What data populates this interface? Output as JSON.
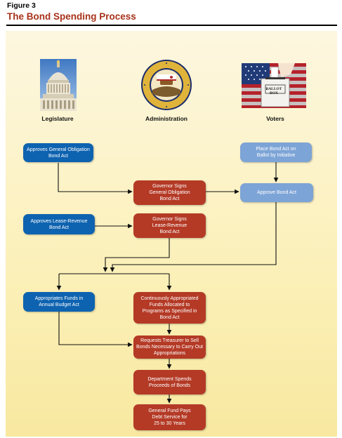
{
  "header": {
    "figure_label": "Figure 3",
    "title": "The Bond Spending Process"
  },
  "columns": {
    "legislature": "Legislature",
    "administration": "Administration",
    "voters": "Voters"
  },
  "icons": {
    "legislature": "capitol-dome-icon",
    "administration": "california-state-seal-icon",
    "voters": "ballot-box-icon"
  },
  "ballot_box_text": "BALLOT BOX",
  "boxes": {
    "approves_go": [
      "Approves General Obligation",
      "Bond Act"
    ],
    "place_bond_act": [
      "Place Bond Act on",
      "Ballot by Initiative"
    ],
    "governor_go": [
      "Governor Signs",
      "General Obligation",
      "Bond Act"
    ],
    "approve_bond_act": [
      "Approve Bond Act"
    ],
    "approves_lr": [
      "Approves Lease-Revenue",
      "Bond Act"
    ],
    "governor_lr": [
      "Governor Signs",
      "Lease-Revenue",
      "Bond Act"
    ],
    "appropriates": [
      "Appropriates Funds in",
      "Annual Budget Act"
    ],
    "continuously": [
      "Continuously Appropriated",
      "Funds Allocated to",
      "Programs as Specified in",
      "Bond Act"
    ],
    "requests_treasurer": [
      "Requests Treasurer to Sell",
      "Bonds Necessary to Carry Out",
      "Appropriations"
    ],
    "department_spends": [
      "Department Spends",
      "Proceeds of Bonds"
    ],
    "general_fund": [
      "General Fund Pays",
      "Debt Service for",
      "25 to 30 Years"
    ]
  },
  "colors": {
    "title": "#a8321a",
    "legislature_box": "#0e63b0",
    "voter_box": "#7da4d6",
    "administration_box": "#b43a26",
    "panel": "#fbf0b8"
  }
}
